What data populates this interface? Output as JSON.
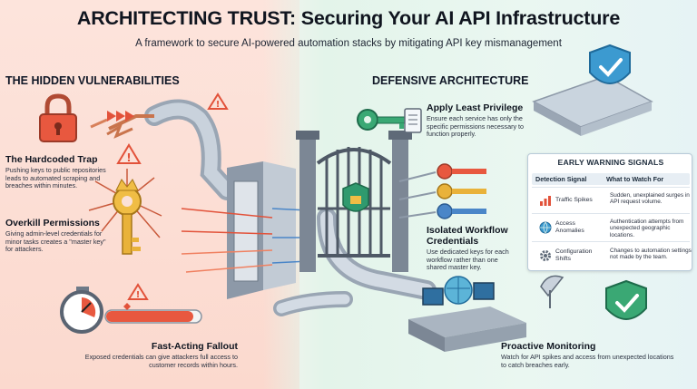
{
  "header": {
    "title": "ARCHITECTING TRUST: Securing Your AI API Infrastructure",
    "subtitle": "A framework to secure AI-powered automation stacks by mitigating API key mismanagement"
  },
  "left": {
    "heading": "THE HIDDEN VULNERABILITIES",
    "items": [
      {
        "title": "The Hardcoded Trap",
        "text": "Pushing keys to public repositories leads to automated scraping and breaches within minutes."
      },
      {
        "title": "Overkill Permissions",
        "text": "Giving admin-level credentials for minor tasks creates a \"master key\" for attackers."
      },
      {
        "title": "Fast-Acting Fallout",
        "text": "Exposed credentials can give attackers full access to customer records within hours."
      }
    ]
  },
  "right": {
    "heading": "DEFENSIVE ARCHITECTURE",
    "items": [
      {
        "title": "Apply Least Privilege",
        "text": "Ensure each service has only the specific permissions necessary to function properly."
      },
      {
        "title": "Isolated Workflow Credentials",
        "text": "Use dedicated keys for each workflow rather than one shared master key."
      },
      {
        "title": "Proactive Monitoring",
        "text": "Watch for API spikes and access from unexpected locations to catch breaches early."
      }
    ]
  },
  "signals": {
    "title": "EARLY WARNING SIGNALS",
    "col_signal": "Detection Signal",
    "col_watch": "What to Watch For",
    "rows": [
      {
        "signal": "Traffic Spikes",
        "watch": "Sudden, unexplained surges in API request volume.",
        "icon": "traffic-chart-icon"
      },
      {
        "signal": "Access Anomalies",
        "watch": "Authentication attempts from unexpected geographic locations.",
        "icon": "globe-icon"
      },
      {
        "signal": "Configuration Shifts",
        "watch": "Changes to automation settings not made by the team.",
        "icon": "gear-icon"
      }
    ]
  },
  "colors": {
    "danger": "#e2523a",
    "safe": "#2f9a6e",
    "key_gold": "#e9b23a",
    "key_blue": "#4a86c8"
  }
}
